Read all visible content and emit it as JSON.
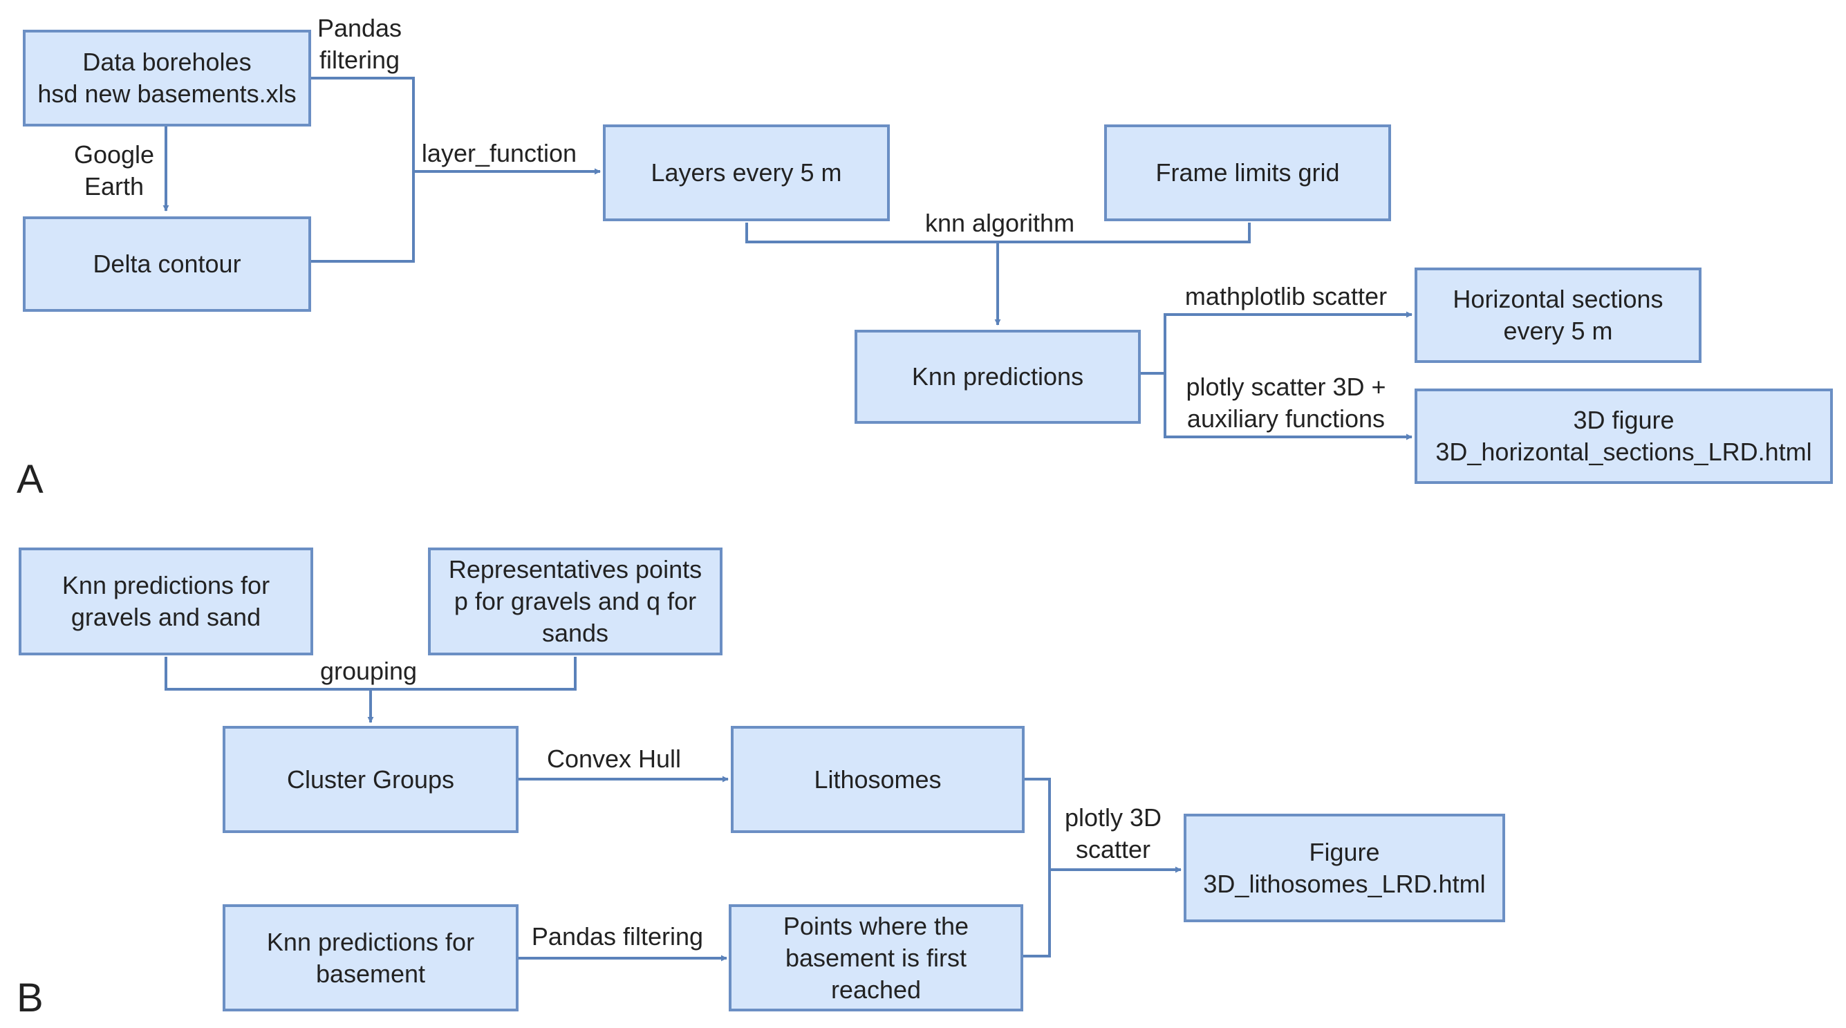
{
  "panel_a": {
    "letter": "A",
    "boxes": {
      "data_boreholes": [
        "Data boreholes",
        "hsd new basements.xls"
      ],
      "delta_contour": [
        "Delta contour"
      ],
      "layers": [
        "Layers every 5 m"
      ],
      "frame_limits": [
        "Frame limits grid"
      ],
      "knn_predictions": [
        "Knn predictions"
      ],
      "horizontal_sections": [
        "Horizontal sections",
        "every 5 m"
      ],
      "figure_3d": [
        "3D figure",
        "3D_horizontal_sections_LRD.html"
      ]
    },
    "labels": {
      "pandas_filtering": [
        "Pandas",
        "filtering"
      ],
      "google_earth": [
        "Google",
        "Earth"
      ],
      "layer_function": [
        "layer_function"
      ],
      "knn_algorithm": [
        "knn algorithm"
      ],
      "mathplotlib_scatter": [
        "mathplotlib scatter"
      ],
      "plotly_scatter_3d": [
        "plotly scatter 3D +",
        "auxiliary functions"
      ]
    }
  },
  "panel_b": {
    "letter": "B",
    "boxes": {
      "knn_gravels_sand": [
        "Knn predictions for",
        "gravels and sand"
      ],
      "representatives": [
        "Representatives points",
        "p for gravels and q for",
        "sands"
      ],
      "cluster_groups": [
        "Cluster Groups"
      ],
      "lithosomes": [
        "Lithosomes"
      ],
      "knn_basement": [
        "Knn predictions for",
        "basement"
      ],
      "points_basement": [
        "Points where the",
        "basement is first",
        "reached"
      ],
      "figure_lithosomes": [
        "Figure",
        "3D_lithosomes_LRD.html"
      ]
    },
    "labels": {
      "grouping": [
        "grouping"
      ],
      "convex_hull": [
        "Convex Hull"
      ],
      "pandas_filtering": [
        "Pandas filtering"
      ],
      "plotly_3d_scatter": [
        "plotly 3D",
        "scatter"
      ]
    }
  },
  "colors": {
    "box_fill": "#d6e6fb",
    "box_border": "#6b8fc4",
    "connector": "#5b82ba",
    "text": "#222222"
  }
}
